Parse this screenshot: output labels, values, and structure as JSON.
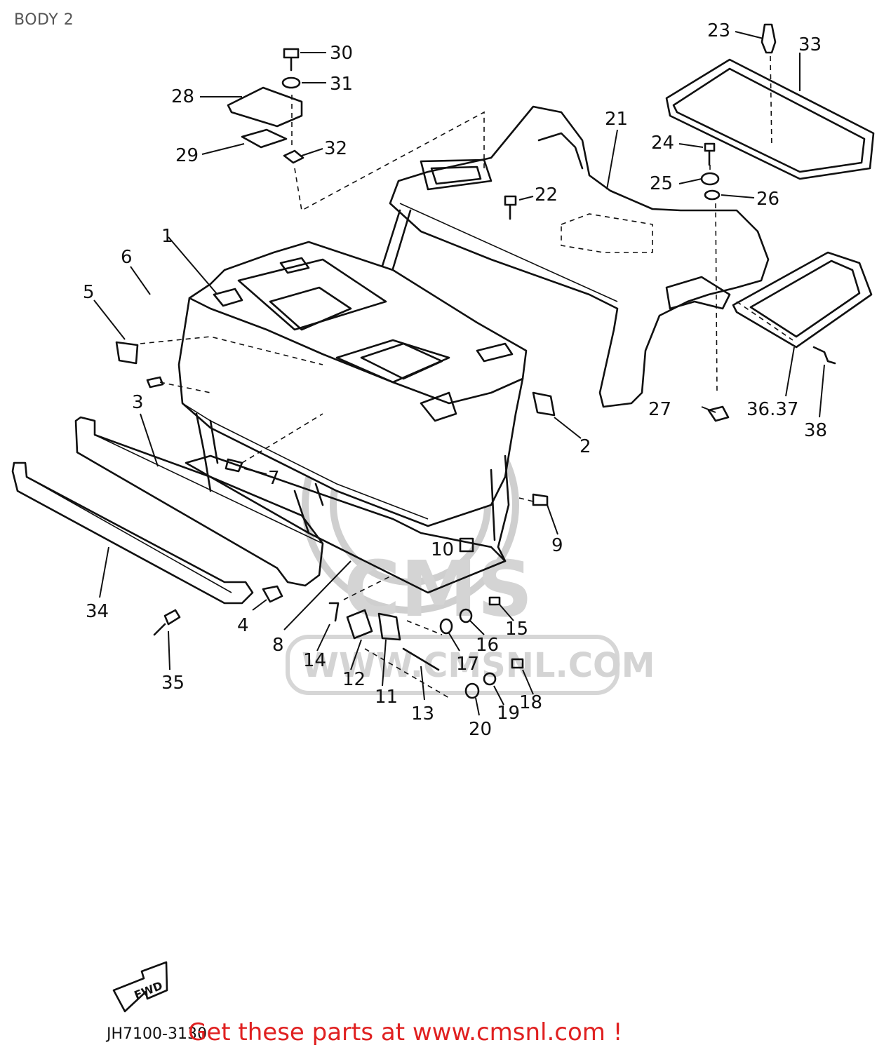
{
  "title": "BODY 2",
  "diagram_code": "JH7100-3130",
  "fwd_label": "FWD",
  "watermark": "WWW.CMSNL.COM",
  "watermark_brand": "CMS",
  "promo": "Get these parts at www.cmsnl.com !",
  "callouts": [
    "1",
    "2",
    "3",
    "4",
    "5",
    "6",
    "7",
    "8",
    "9",
    "10",
    "11",
    "12",
    "13",
    "14",
    "15",
    "16",
    "17",
    "18",
    "19",
    "20",
    "21",
    "22",
    "23",
    "24",
    "25",
    "26",
    "27",
    "28",
    "29",
    "30",
    "31",
    "32",
    "33",
    "34",
    "35",
    "36.37",
    "38"
  ]
}
